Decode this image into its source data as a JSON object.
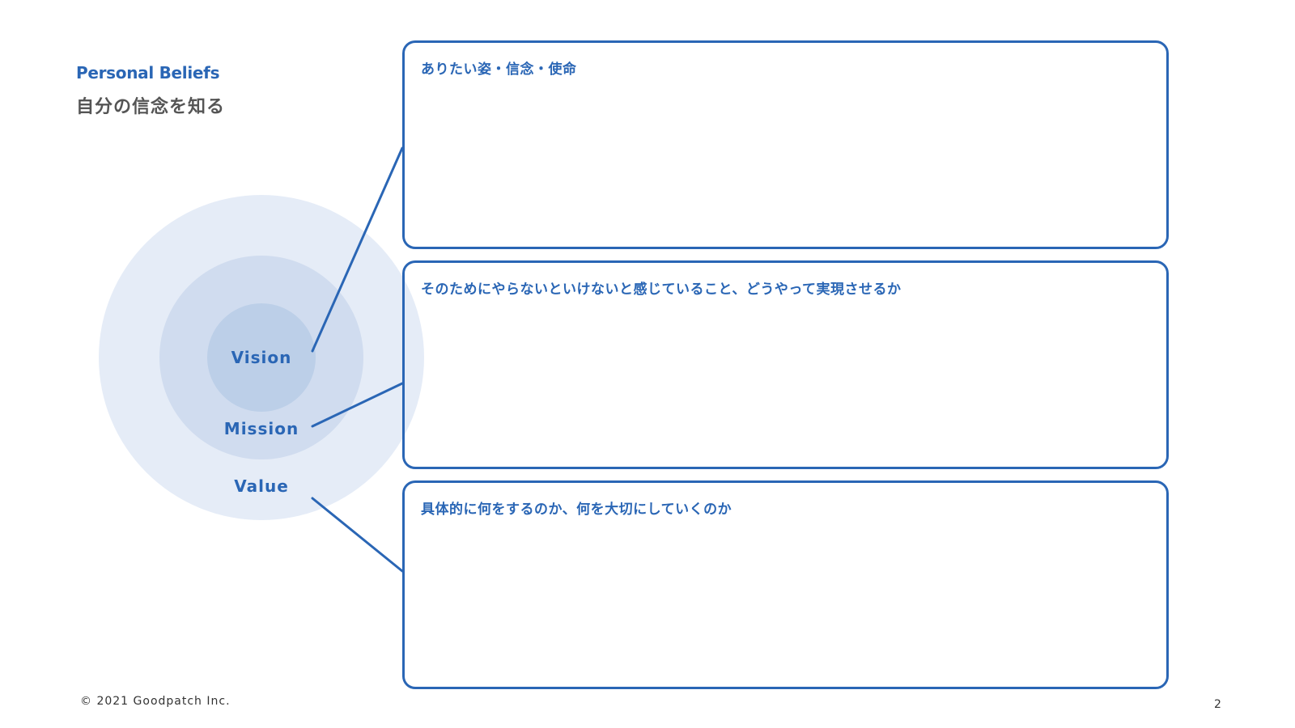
{
  "header": {
    "label": "Personal Beliefs",
    "title": "自分の信念を知る"
  },
  "diagram": {
    "vision_label": "Vision",
    "mission_label": "Mission",
    "value_label": "Value"
  },
  "boxes": [
    {
      "heading": "ありたい姿・信念・使命",
      "body": ""
    },
    {
      "heading": "そのためにやらないといけないと感じていること、どうやって実現させるか",
      "body": ""
    },
    {
      "heading": "具体的に何をするのか、何を大切にしていくのか",
      "body": ""
    }
  ],
  "footer": {
    "copyright": "© 2021 Goodpatch Inc.",
    "page_number": "2"
  },
  "colors": {
    "accent": "#2a66b5",
    "circle_outer": "#e5ecf7",
    "circle_middle": "#d0dcef",
    "circle_inner": "#bccfe8",
    "title_text": "#555555"
  }
}
